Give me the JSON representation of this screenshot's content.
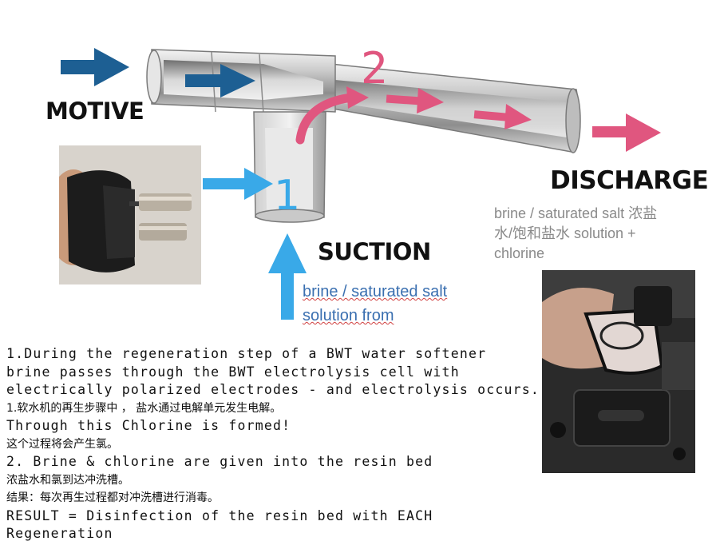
{
  "labels": {
    "motive": "MOTIVE",
    "discharge": "DISCHARGE",
    "suction": "SUCTION",
    "marker_1": "1",
    "marker_2": "2"
  },
  "discharge_note": {
    "line1": "brine / saturated salt 浓盐",
    "line2": "水/饱和盐水 solution +",
    "line3": "chlorine"
  },
  "suction_note": {
    "line1": "brine / saturated salt",
    "line2": "solution from"
  },
  "explanation": [
    {
      "text": "1.During the regeneration step of a BWT water softener",
      "lang": "en"
    },
    {
      "text": "brine passes through the BWT electrolysis cell with",
      "lang": "en"
    },
    {
      "text": "electrically polarized electrodes - and electrolysis occurs.",
      "lang": "en"
    },
    {
      "text": "1.软水机的再生步骤中 ， 盐水通过电解单元发生电解。",
      "lang": "zh"
    },
    {
      "text": "Through this Chlorine is formed!",
      "lang": "en"
    },
    {
      "text": "这个过程将会产生氯。",
      "lang": "zh"
    },
    {
      "text": "2. Brine & chlorine are given into the resin bed",
      "lang": "en"
    },
    {
      "text": "浓盐水和氯到达冲洗槽。",
      "lang": "zh"
    },
    {
      "text": "结果：每次再生过程都对冲洗槽进行消毒。",
      "lang": "zh"
    },
    {
      "text": "RESULT = Disinfection of the resin bed with EACH",
      "lang": "en"
    },
    {
      "text": "Regeneration",
      "lang": "en"
    }
  ],
  "colors": {
    "motive_arrow": "#1d5f93",
    "suction_arrow": "#39a9e8",
    "flow_arrow": "#e0567f",
    "pipe": "#b5b5b5"
  }
}
